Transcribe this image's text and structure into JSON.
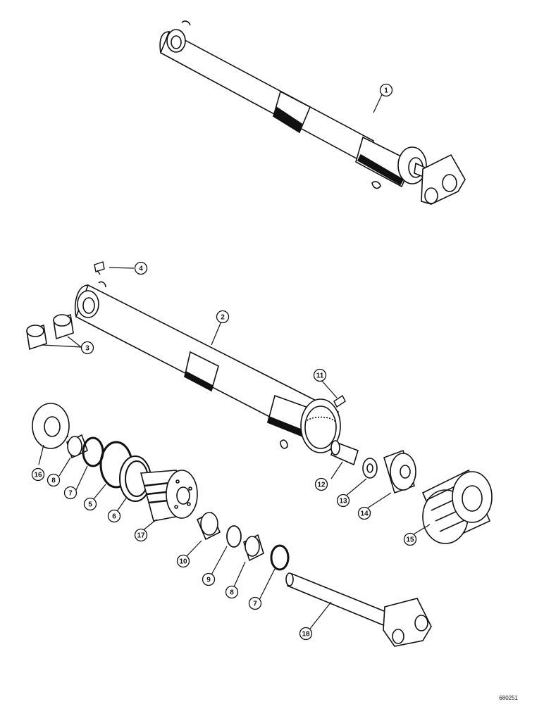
{
  "diagram": {
    "drawing_code": "680251",
    "callouts": [
      {
        "id": "c1",
        "label": "1"
      },
      {
        "id": "c2",
        "label": "2"
      },
      {
        "id": "c3",
        "label": "3"
      },
      {
        "id": "c4",
        "label": "4"
      },
      {
        "id": "c5",
        "label": "5"
      },
      {
        "id": "c6",
        "label": "6"
      },
      {
        "id": "c7a",
        "label": "7"
      },
      {
        "id": "c7b",
        "label": "7"
      },
      {
        "id": "c8a",
        "label": "8"
      },
      {
        "id": "c8b",
        "label": "8"
      },
      {
        "id": "c9",
        "label": "9"
      },
      {
        "id": "c10",
        "label": "10"
      },
      {
        "id": "c11",
        "label": "11"
      },
      {
        "id": "c12",
        "label": "12"
      },
      {
        "id": "c13",
        "label": "13"
      },
      {
        "id": "c14",
        "label": "14"
      },
      {
        "id": "c15",
        "label": "15"
      },
      {
        "id": "c16",
        "label": "16"
      },
      {
        "id": "c17",
        "label": "17"
      },
      {
        "id": "c18",
        "label": "18"
      }
    ]
  }
}
